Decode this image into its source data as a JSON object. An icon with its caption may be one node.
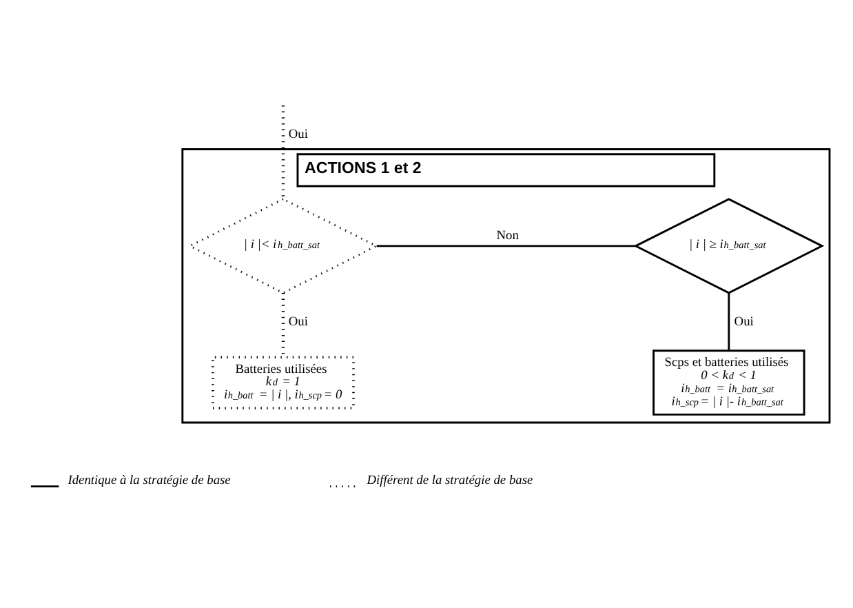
{
  "diagram": {
    "nodes": [
      {
        "text": [
          "ACTIONS 1 et 2"
        ]
      },
      {
        "text": [
          "| i |< i$_{h_batt_sat}$"
        ],
        "in": 0
      },
      {
        "text": [
          "| i | ≥ i$_{h_batt_sat}$"
        ],
        "in": 0
      },
      {
        "text": [
          "Batteries utilisées",
          "k$_{d}$ = 1",
          "i$_{h_batt}$ = | i |, i$_{h_scp}$= 0"
        ],
        "in": 0
      },
      {
        "text": [
          "Scps et batteries utilisés",
          "0 < k$_{d}$ < 1",
          "i$_{h_batt}$ = i$_{h_batt_sat}$",
          "i$_{h_scp}$= | i |- i$_{h_batt_sat}$"
        ],
        "in": 0
      }
    ],
    "edges": [
      {
        "from": null,
        "to": 1,
        "arrow": "none",
        "label": "Oui",
        "style": "dashed"
      },
      {
        "from": 1,
        "to": 2,
        "arrow": "none",
        "label": "Non"
      },
      {
        "from": 1,
        "to": 3,
        "arrow": "none",
        "label": "Oui",
        "style": "dashed"
      },
      {
        "from": 2,
        "to": 4,
        "arrow": "none",
        "label": "Oui"
      }
    ],
    "legend": [
      {
        "text": "Identique à la stratégie de base"
      },
      {
        "text": "Différent de la stratégie de base"
      }
    ]
  }
}
